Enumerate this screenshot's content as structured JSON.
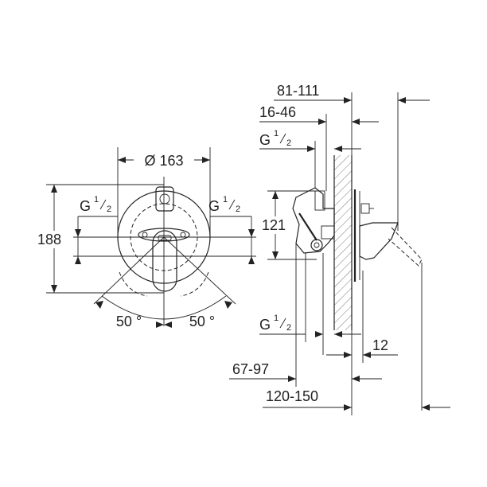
{
  "front_view": {
    "diameter_label": "Ø 163",
    "height_label": "188",
    "thread_left": {
      "letter": "G",
      "num": "1",
      "den": "2"
    },
    "thread_right": {
      "letter": "G",
      "num": "1",
      "den": "2"
    },
    "angle_left_label": "50 °",
    "angle_right_label": "50 °"
  },
  "side_view": {
    "dim_81_111": "81-111",
    "dim_16_46": "16-46",
    "thread_top": {
      "letter": "G",
      "num": "1",
      "den": "2"
    },
    "dim_121": "121",
    "thread_bottom": {
      "letter": "G",
      "num": "1",
      "den": "2"
    },
    "dim_12": "12",
    "dim_67_97": "67-97",
    "dim_120_150": "120-150"
  }
}
